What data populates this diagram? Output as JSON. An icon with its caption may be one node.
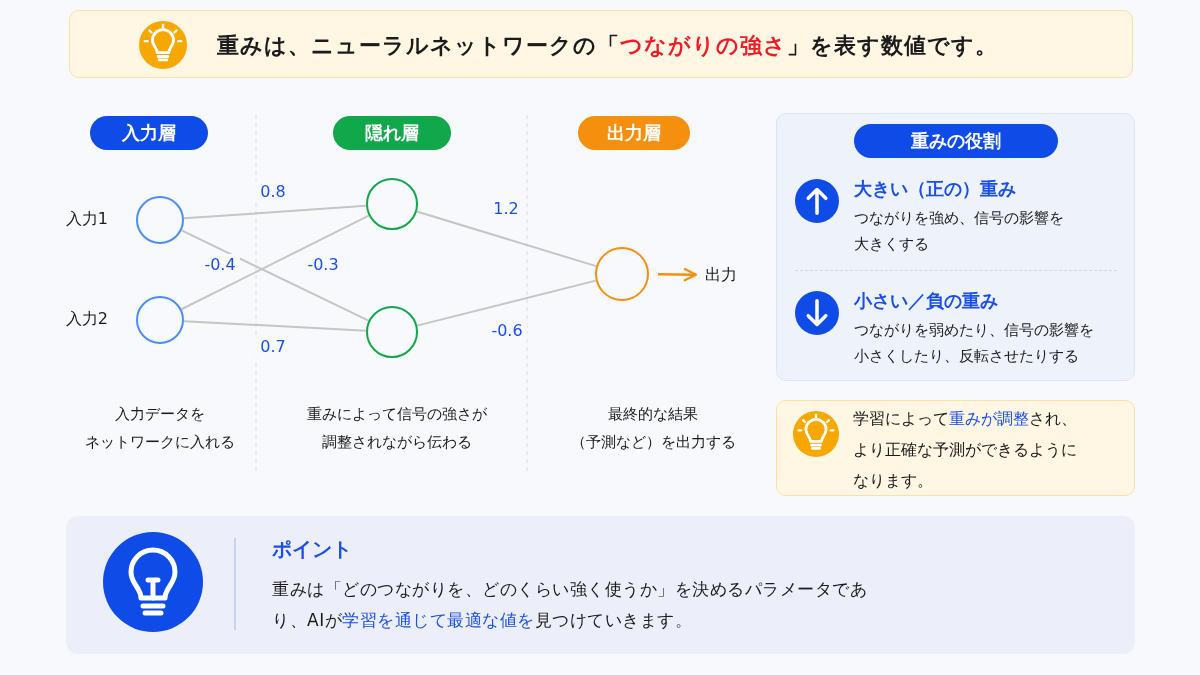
{
  "diagram": {
    "title": "重みは、ニューラルネットワークの「**つながりの強さ**」を表す数値です。",
    "nodes": [
      {
        "text": [
          "入力層"
        ]
      },
      {
        "text": [
          "隠れ層"
        ]
      },
      {
        "text": [
          "出力層"
        ]
      },
      {
        "text": [],
        "shape": "circle",
        "beside": [
          "入力1"
        ]
      },
      {
        "text": [],
        "shape": "circle",
        "beside": [
          "入力2"
        ]
      },
      {
        "text": [],
        "shape": "circle"
      },
      {
        "text": [],
        "shape": "circle"
      },
      {
        "text": [],
        "shape": "circle"
      },
      {
        "text": [
          "出力"
        ]
      },
      {
        "text": [
          "重みの役割",
          "大きい（正の）重み",
          "つながりを強め、信号の影響を大きくする",
          "小さい／負の重み",
          "つながりを弱めたり、信号の影響を小さくしたり、反転させたりする"
        ]
      },
      {
        "text": [
          "学習によって**重みが調整**され、より正確な予測ができるようになります。"
        ]
      },
      {
        "text": [
          "ポイント",
          "重みは「どのつながりを、どのくらい強く使うか」を決めるパラメータであり、AIが**学習を通じて最適な値を**見つけていきます。"
        ]
      }
    ],
    "edges": [
      {
        "from": 3,
        "to": 5,
        "arrow": "none",
        "label": "0.8"
      },
      {
        "from": 3,
        "to": 6,
        "arrow": "none",
        "label": "-0.4"
      },
      {
        "from": 4,
        "to": 5,
        "arrow": "none",
        "label": "-0.3"
      },
      {
        "from": 4,
        "to": 6,
        "arrow": "none",
        "label": "0.7"
      },
      {
        "from": 5,
        "to": 7,
        "arrow": "none",
        "label": "1.2"
      },
      {
        "from": 6,
        "to": 7,
        "arrow": "none",
        "label": "-0.6"
      },
      {
        "from": 7,
        "to": 8,
        "arrow": "to",
        "color": "#f5900f"
      }
    ],
    "labels": [
      "入力データをネットワークに入れる",
      "重みによって信号の強さが調整されながら伝わる",
      "最終的な結果（予測など）を出力する"
    ]
  }
}
